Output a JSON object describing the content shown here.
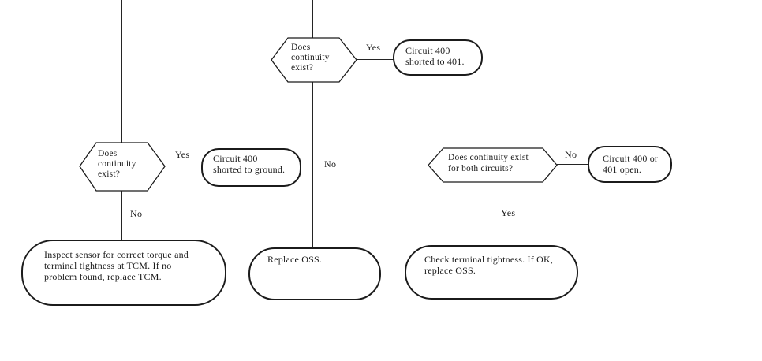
{
  "palette": {
    "background": "#ffffff",
    "ink": "#1b1b1b"
  },
  "nodes": {
    "decision_top": "Does\ncontinuity\nexist?",
    "result_top": "Circuit 400\nshorted to 401.",
    "decision_left": "Does\ncontinuity\nexist?",
    "result_left": "Circuit 400\nshorted to ground.",
    "decision_right": "Does continuity exist\nfor both circuits?",
    "result_right": "Circuit 400 or\n401 open.",
    "action_left": "Inspect sensor for correct torque and\nterminal tightness at TCM. If no\nproblem found, replace TCM.",
    "action_middle": "Replace OSS.",
    "action_right": "Check terminal tightness. If OK,\nreplace OSS."
  },
  "edge_labels": {
    "top_yes": "Yes",
    "top_no": "No",
    "left_yes": "Yes",
    "left_no": "No",
    "right_no": "No",
    "right_yes": "Yes"
  }
}
